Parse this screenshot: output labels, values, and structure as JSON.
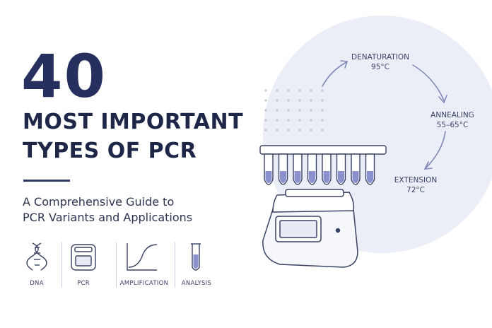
{
  "number": "40",
  "headline": {
    "line1": "MOST IMPORTANT",
    "line2": "TYPES OF PCR"
  },
  "subtitle": {
    "line1": "A Comprehensive Guide to",
    "line2": "PCR Variants and Applications"
  },
  "icons": [
    {
      "label": "DNA",
      "icon": "dna-helix-icon"
    },
    {
      "label": "PCR",
      "icon": "thermal-cycler-icon"
    },
    {
      "label": "AMPLIFICATION",
      "icon": "amplification-curve-icon"
    },
    {
      "label": "ANALYSIS",
      "icon": "test-tube-icon"
    }
  ],
  "cycle": {
    "denaturation": {
      "name": "DENATURATION",
      "temp": "95°C"
    },
    "annealing": {
      "name": "ANNEALING",
      "temp": "55–65°C"
    },
    "extension": {
      "name": "EXTENSION",
      "temp": "72°C"
    }
  },
  "colors": {
    "navy": "#272f5f",
    "circle_bg": "#eceef7",
    "liquid": "#8a91cc",
    "line": "#3a4265"
  }
}
